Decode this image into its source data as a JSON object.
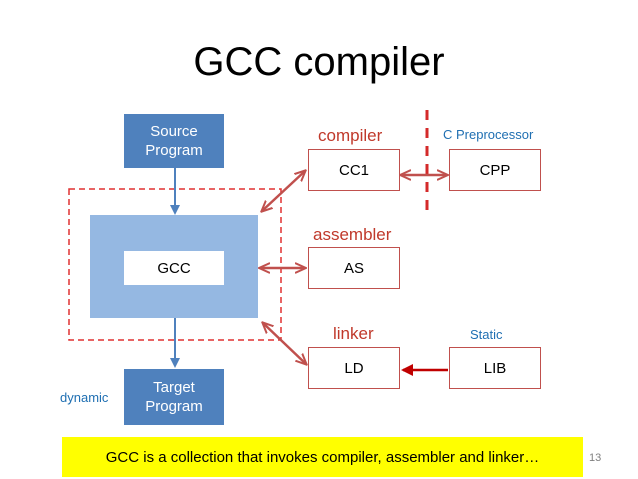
{
  "title": "GCC compiler",
  "nodes": {
    "source": "Source\nProgram",
    "target": "Target\nProgram",
    "gcc": "GCC",
    "cc1": "CC1",
    "cpp": "CPP",
    "as": "AS",
    "ld": "LD",
    "lib": "LIB"
  },
  "labels": {
    "compiler": "compiler",
    "assembler": "assembler",
    "linker": "linker",
    "c_preprocessor": "C Preprocessor",
    "static": "Static",
    "dynamic": "dynamic"
  },
  "footer": "GCC is a collection that invokes compiler, assembler and linker…",
  "page_number": "13",
  "colors": {
    "blue_box": "#4f81bd",
    "light_blue": "#95b8e2",
    "red": "#c0504d",
    "arrow_blue": "#4f81bd",
    "footer_bg": "#ffff00"
  }
}
